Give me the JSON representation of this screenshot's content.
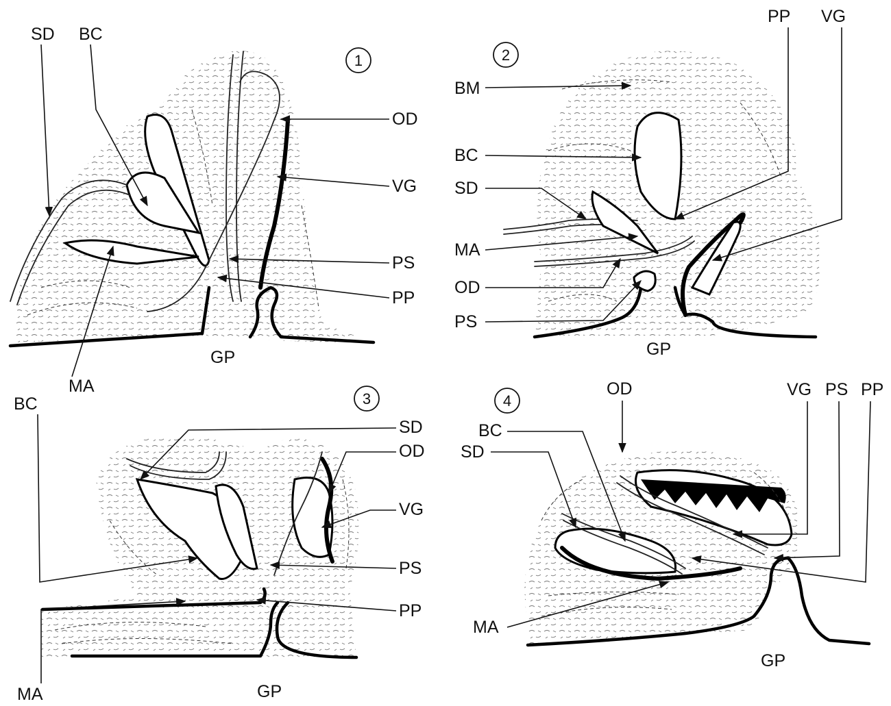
{
  "panels": [
    {
      "number": "1",
      "labels": {
        "SD": "SD",
        "BC": "BC",
        "OD": "OD",
        "VG": "VG",
        "PS": "PS",
        "PP": "PP",
        "MA": "MA",
        "GP": "GP"
      }
    },
    {
      "number": "2",
      "labels": {
        "BM": "BM",
        "BC": "BC",
        "SD": "SD",
        "MA": "MA",
        "OD": "OD",
        "PS": "PS",
        "PP": "PP",
        "VG": "VG",
        "GP": "GP"
      }
    },
    {
      "number": "3",
      "labels": {
        "BC": "BC",
        "SD": "SD",
        "OD": "OD",
        "VG": "VG",
        "PS": "PS",
        "PP": "PP",
        "MA": "MA",
        "GP": "GP"
      }
    },
    {
      "number": "4",
      "labels": {
        "BC": "BC",
        "SD": "SD",
        "OD": "OD",
        "VG": "VG",
        "PS": "PS",
        "PP": "PP",
        "MA": "MA",
        "GP": "GP"
      }
    }
  ]
}
